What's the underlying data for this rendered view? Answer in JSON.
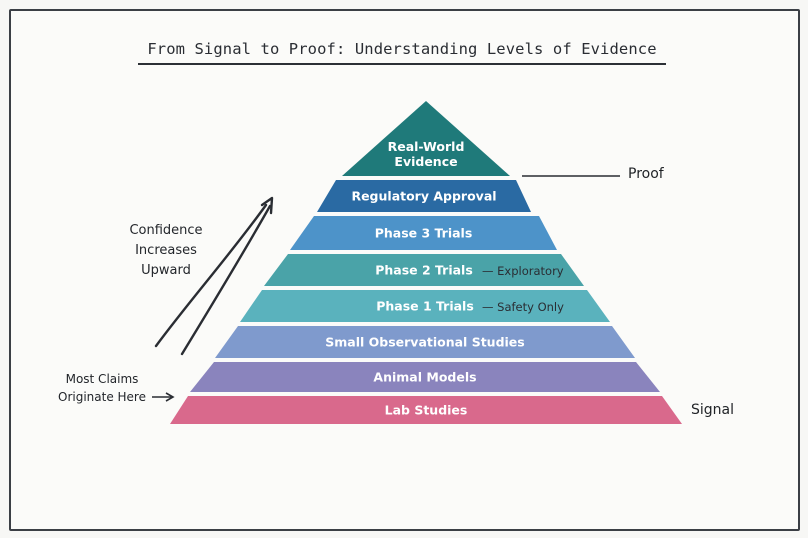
{
  "title": "From Signal to Proof: Understanding Levels of Evidence",
  "tiers": [
    {
      "label_lines": [
        "Real-World",
        "Evidence"
      ],
      "color": "#1f7a7a"
    },
    {
      "label_lines": [
        "Regulatory Approval"
      ],
      "color": "#2a6aa3"
    },
    {
      "label_lines": [
        "Phase 3 Trials"
      ],
      "color": "#4d93c9"
    },
    {
      "label_lines": [
        "Phase 2 Trials"
      ],
      "color": "#4aa3a8"
    },
    {
      "label_lines": [
        "Phase 1 Trials"
      ],
      "color": "#5ab2bd"
    },
    {
      "label_lines": [
        "Small Observational Studies"
      ],
      "color": "#7f9acd"
    },
    {
      "label_lines": [
        "Animal Models"
      ],
      "color": "#8a84bd"
    },
    {
      "label_lines": [
        "Lab Studies"
      ],
      "color": "#d9698c"
    }
  ],
  "annotations": {
    "proof": "Proof",
    "signal": "Signal",
    "exploratory": "— Exploratory",
    "safety_only": "— Safety Only",
    "confidence_lines": [
      "Confidence",
      "Increases",
      "Upward"
    ],
    "origin_lines": [
      "Most Claims",
      "Originate Here"
    ]
  }
}
